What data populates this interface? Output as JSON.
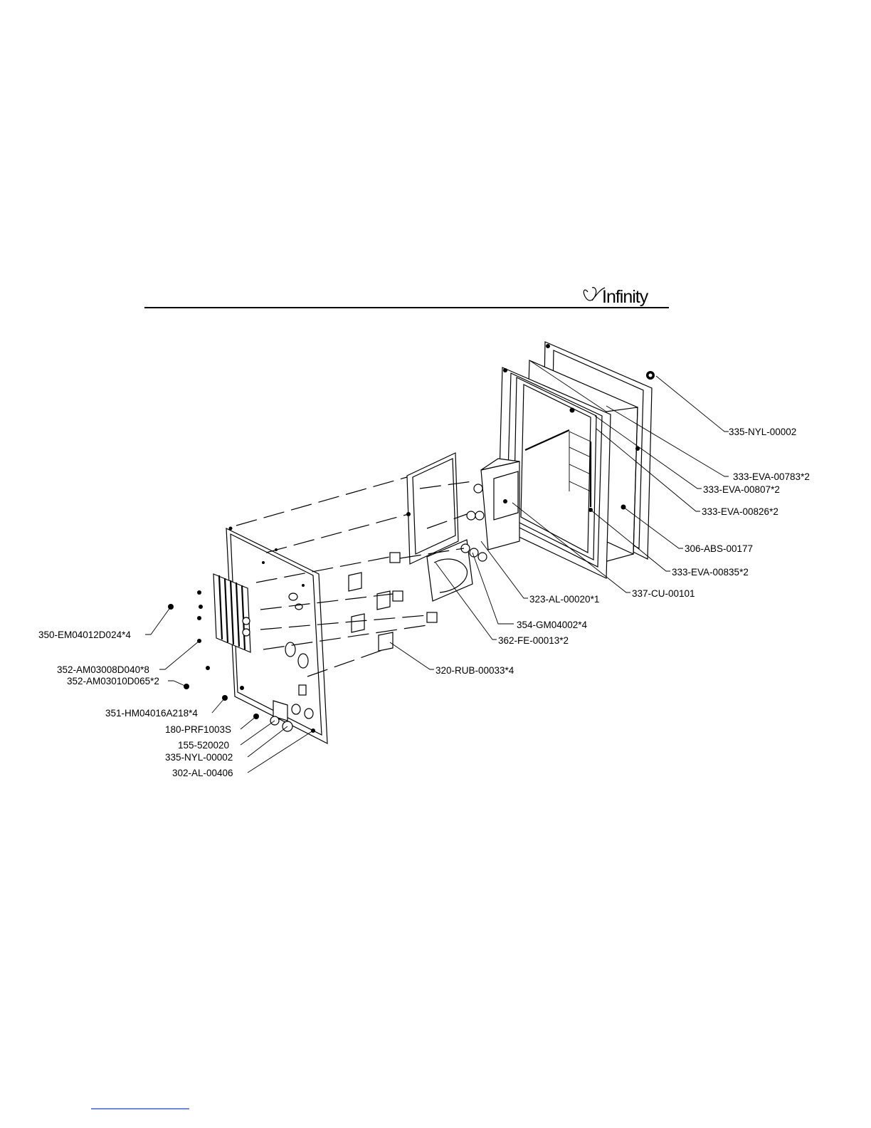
{
  "header": {
    "logo_text": "Infinity"
  },
  "labels": {
    "p335_top": "335-NYL-00002",
    "p333_783": "333-EVA-00783*2",
    "p333_807": "333-EVA-00807*2",
    "p333_826": "333-EVA-00826*2",
    "p306": "306-ABS-00177",
    "p333_835": "333-EVA-00835*2",
    "p337": "337-CU-00101",
    "p323": "323-AL-00020*1",
    "p354": "354-GM04002*4",
    "p362": "362-FE-00013*2",
    "p320": "320-RUB-00033*4",
    "p350": "350-EM04012D024*4",
    "p352a": "352-AM03008D040*8",
    "p352b": "352-AM03010D065*2",
    "p351": "351-HM04016A218*4",
    "p180": "180-PRF1003S",
    "p155": "155-520020",
    "p335_bot": "335-NYL-00002",
    "p302": "302-AL-00406"
  }
}
